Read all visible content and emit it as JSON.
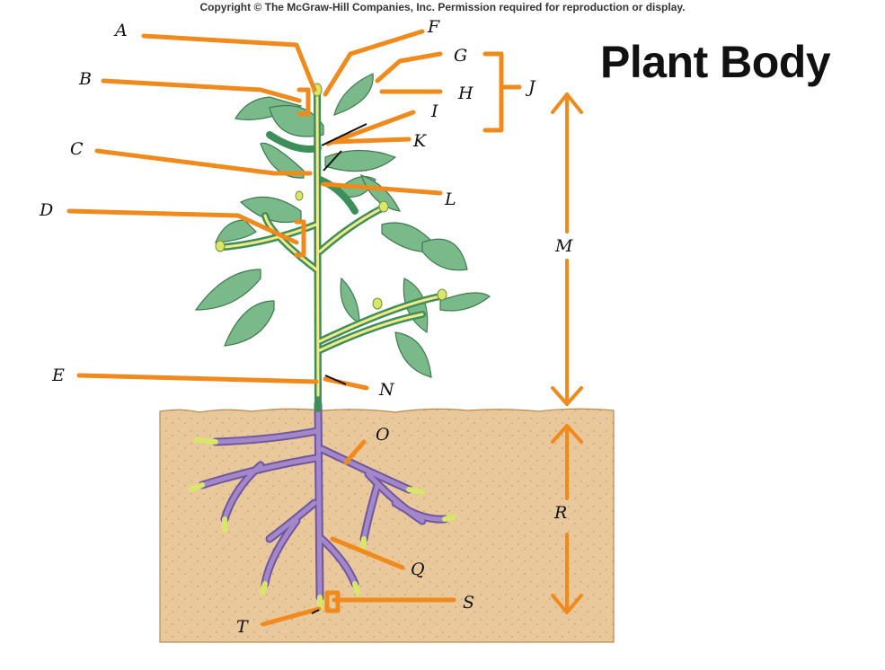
{
  "header": {
    "copyright": "Copyright © The McGraw-Hill Companies, Inc. Permission required for reproduction or display.",
    "title": "Plant Body"
  },
  "labels": [
    "A",
    "B",
    "C",
    "D",
    "E",
    "F",
    "G",
    "H",
    "I",
    "J",
    "K",
    "L",
    "M",
    "N",
    "O",
    "Q",
    "R",
    "S",
    "T"
  ],
  "colors": {
    "pointer": "#f08a1c",
    "soil": "#e9c89b",
    "leaf": "#7ab98a",
    "stem": "#3d8f5a",
    "stem_core": "#f4e889",
    "root": "#a487c9",
    "root_tip": "#d8e66a"
  }
}
